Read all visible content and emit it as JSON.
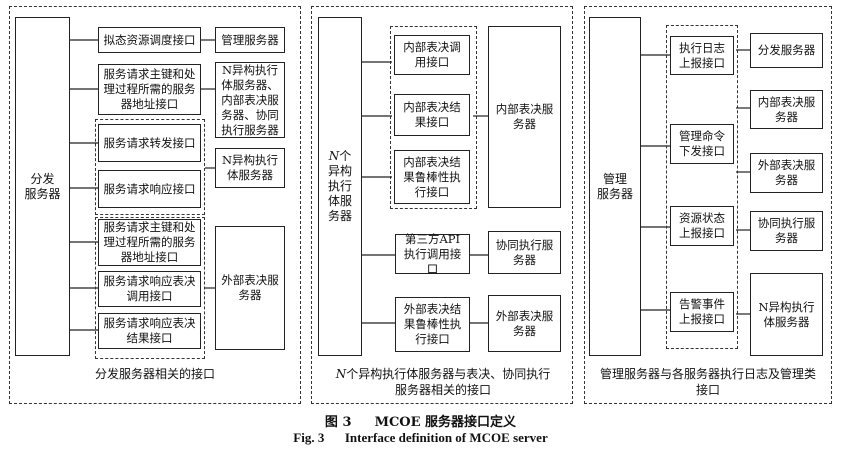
{
  "panel1": {
    "dispatch_server": "分发\n服务器",
    "interfaces": [
      "拟态资源调度接口",
      "服务请求主键和处理过程所需的服务器地址接口",
      "服务请求转发接口",
      "服务请求响应接口",
      "服务请求主键和处理过程所需的服务器地址接口",
      "服务请求响应表决调用接口",
      "服务请求响应表决结果接口"
    ],
    "targets": [
      "管理服务器",
      "N异构执行体服务器、内部表决服务器、协同执行服务器",
      "N异构执行体服务器",
      "外部表决服务器"
    ],
    "caption": "分发服务器相关的接口"
  },
  "panel2": {
    "exec_server_italic": "N",
    "exec_server": "个异构执行体服务器",
    "interfaces": [
      "内部表决调用接口",
      "内部表决结果接口",
      "内部表决结果鲁棒性执行接口",
      "第三方API执行调用接口",
      "外部表决结果鲁棒性执行接口"
    ],
    "targets": [
      "内部表决服务器",
      "协同执行服务器",
      "外部表决服务器"
    ],
    "caption_italic": "N",
    "caption": "个异构执行体服务器与表决、协同执行服务器相关的接口"
  },
  "panel3": {
    "mgmt_server": "管理\n服务器",
    "interfaces": [
      "执行日志上报接口",
      "管理命令下发接口",
      "资源状态上报接口",
      "告警事件上报接口"
    ],
    "targets": [
      "分发服务器",
      "内部表决服务器",
      "外部表决服务器",
      "协同执行服务器",
      "N异构执行体服务器"
    ],
    "caption": "管理服务器与各服务器执行日志及管理类接口"
  },
  "figure": {
    "label_cn": "图 3",
    "title_cn": "MCOE 服务器接口定义",
    "label_en": "Fig. 3",
    "title_en": "Interface definition of MCOE server"
  }
}
